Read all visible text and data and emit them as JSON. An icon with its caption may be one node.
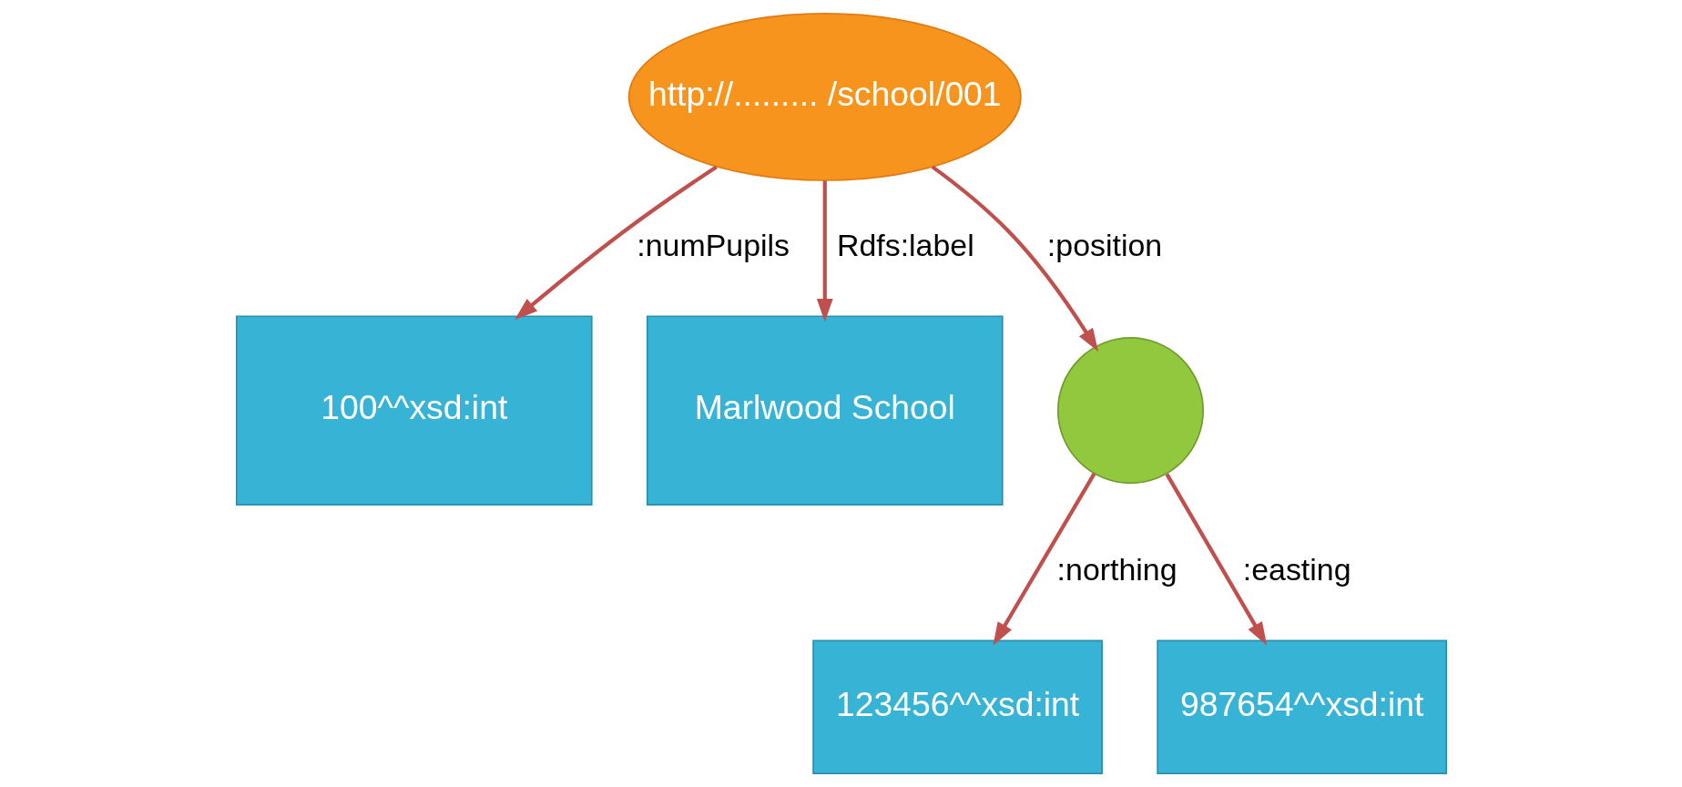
{
  "diagram": {
    "nodes": [
      {
        "text": [
          "http://......... /school/001"
        ]
      },
      {
        "text": [
          "100^^xsd:int"
        ]
      },
      {
        "text": [
          "Marlwood School"
        ]
      },
      {
        "text": [],
        "shape": "circle"
      },
      {
        "text": [
          "123456^^xsd:int"
        ]
      },
      {
        "text": [
          "987654^^xsd:int"
        ]
      }
    ],
    "edges": [
      {
        "from": 0,
        "to": 1,
        "arrow": "to",
        "label": ":numPupils"
      },
      {
        "from": 0,
        "to": 2,
        "arrow": "to",
        "label": "Rdfs:label"
      },
      {
        "from": 0,
        "to": 3,
        "arrow": "to",
        "label": ":position"
      },
      {
        "from": 3,
        "to": 4,
        "arrow": "to",
        "label": ":northing"
      },
      {
        "from": 3,
        "to": 5,
        "arrow": "to",
        "label": ":easting"
      }
    ]
  }
}
